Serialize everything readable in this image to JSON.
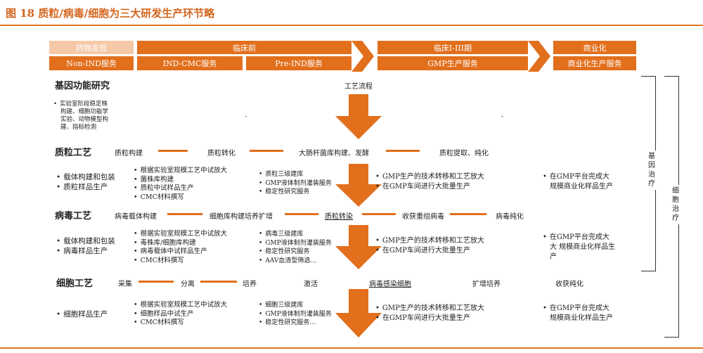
{
  "figure_title": "图 18 质粒/病毒/细胞为三大研发生产环节略",
  "phases": {
    "drug_discovery": "药物发现",
    "preclinical": "临床前",
    "clinical": "临床I-III期",
    "commercial": "商业化"
  },
  "services": {
    "non_ind": "Non-IND服务",
    "ind_cmc": "IND-CMC服务",
    "pre_ind": "Pre-IND服务",
    "gmp": "GMP生产服务",
    "commercial": "商业化生产服务"
  },
  "gene_function": {
    "label": "基因功能研究",
    "process_flow": "工艺流程",
    "bullets": [
      "实验室阶段稳定株",
      "构建、细胞功能学",
      "实验、动物模型构",
      "建、指标检测"
    ],
    "dash1": "-",
    "dash2": "-"
  },
  "plasmid": {
    "label": "质粒工艺",
    "steps": [
      "质粒构建",
      "质粒转化",
      "大肠杆菌库构建、发酵",
      "质粒提取、纯化"
    ],
    "col1": [
      "载体构建和包装",
      "质粒样品生产"
    ],
    "col2": [
      "根据实验室规模工艺中试放大",
      "菌株库构建",
      "质粒中试样品生产",
      "CMC材料撰写"
    ],
    "col3": [
      "质粒三级建库",
      "GMP液体制剂灌装服务",
      "稳定性研究服务"
    ],
    "col4": [
      "GMP生产的技术转移和工艺放大",
      "在GMP车间进行大批量生产"
    ],
    "col5": [
      "在GMP平台完成大",
      "规模商业化样品生产"
    ]
  },
  "virus": {
    "label": "病毒工艺",
    "steps": [
      "病毒载体构建",
      "细胞库构建培养扩增",
      "质粒转染",
      "收获重组病毒",
      "病毒纯化"
    ],
    "col1": [
      "载体构建和包装",
      "病毒样品生产"
    ],
    "col2": [
      "根据实验室规模工艺中试放大",
      "毒株库/细胞库构建",
      "病毒载体中试样品生产",
      "CMC材料撰写"
    ],
    "col3": [
      "病毒三级建库",
      "GMP液体制剂灌装服务",
      "稳定性研究服务",
      "AAV血清型筛选…"
    ],
    "col4": [
      "GMP生产的技术转移和工艺放大",
      "在GMP车间进行大批量生产"
    ],
    "col5": [
      "在GMP平台完成大",
      "大 规模商业化样品生",
      "产"
    ]
  },
  "cell": {
    "label": "细胞工艺",
    "steps": [
      "采集",
      "分离",
      "培养",
      "激活",
      "病毒感染细胞",
      "扩增培养",
      "收获纯化"
    ],
    "col1": [
      "细胞样品生产"
    ],
    "col2": [
      "根据实验室规模工艺中试放大",
      "细胞样品中试生产",
      "CMC材料撰写"
    ],
    "col3": [
      "细胞三级建库",
      "GMP液体制剂灌装服务",
      "稳定性研究服务…"
    ],
    "col4": [
      "GMP生产的技术转移和工艺放大",
      "在GMP车间进行大批量生产"
    ],
    "col5": [
      "在GMP平台完成大",
      "规模商业化样品生产"
    ]
  },
  "therapy": {
    "gene": "基因治疗",
    "cell": "细胞治疗"
  },
  "colors": {
    "orange": "#e26f1c",
    "light_orange": "#f5c9a7",
    "band": "#fde6d1",
    "gray_box": "#f2f2f2"
  }
}
